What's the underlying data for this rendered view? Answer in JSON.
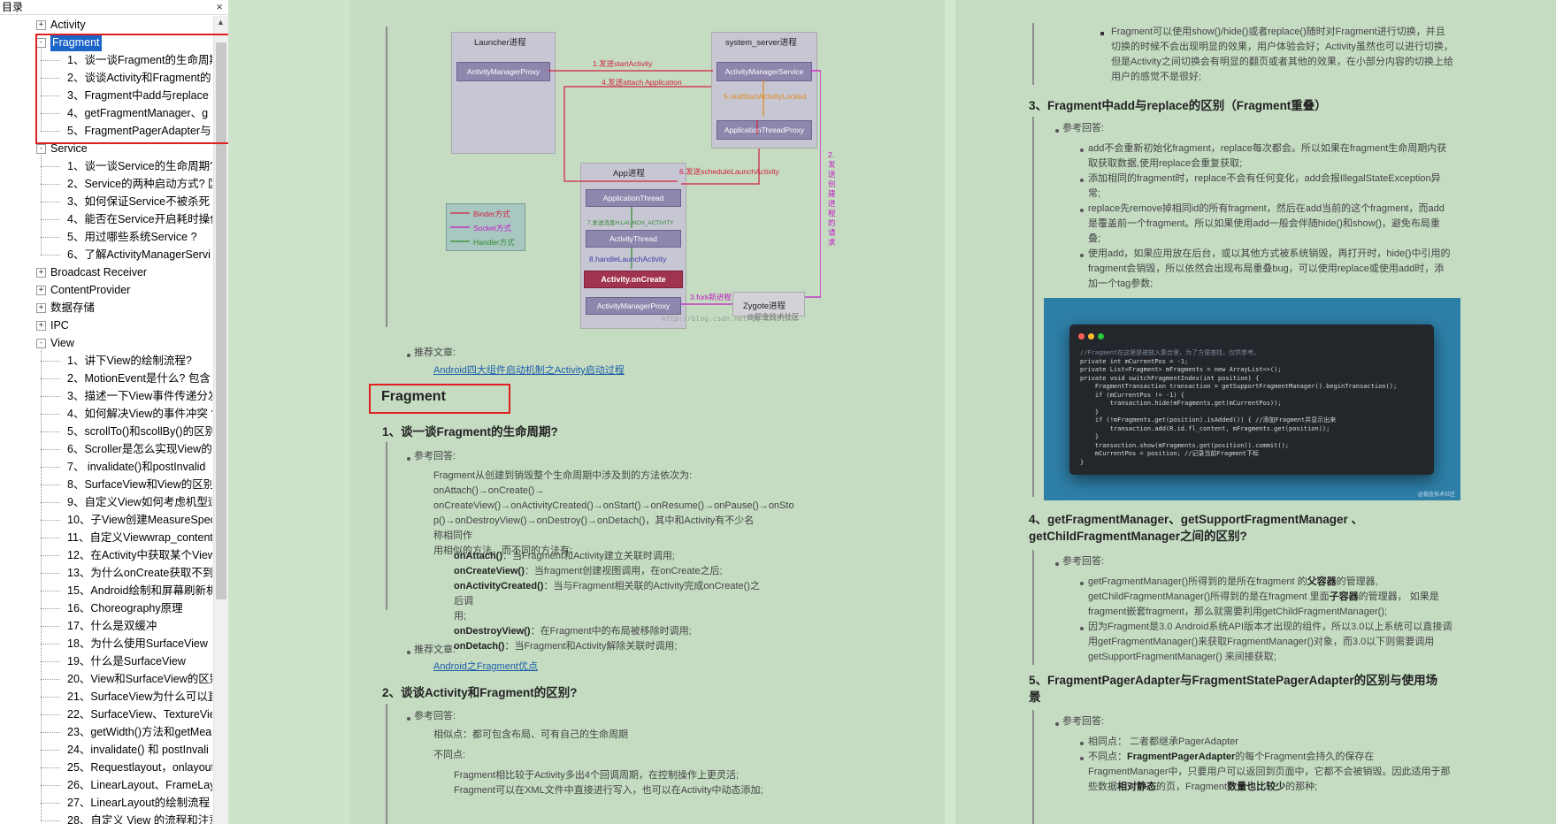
{
  "sidebar": {
    "title": "目录",
    "close": "×",
    "items": [
      {
        "label": "Activity",
        "level": 0,
        "toggle": "+"
      },
      {
        "label": "Fragment",
        "level": 0,
        "toggle": "-",
        "selected": true
      },
      {
        "label": "1、谈一谈Fragment的生命周期",
        "level": 1
      },
      {
        "label": "2、谈谈Activity和Fragment的",
        "level": 1
      },
      {
        "label": "3、Fragment中add与replace",
        "level": 1
      },
      {
        "label": "4、getFragmentManager、g",
        "level": 1
      },
      {
        "label": "5、FragmentPagerAdapter与",
        "level": 1
      },
      {
        "label": "Service",
        "level": 0,
        "toggle": "-"
      },
      {
        "label": "1、谈一谈Service的生命周期?",
        "level": 1
      },
      {
        "label": "2、Service的两种启动方式? 区",
        "level": 1
      },
      {
        "label": "3、如何保证Service不被杀死 ?",
        "level": 1
      },
      {
        "label": "4、能否在Service开启耗时操作",
        "level": 1
      },
      {
        "label": "5、用过哪些系统Service ?",
        "level": 1
      },
      {
        "label": "6、了解ActivityManagerServi",
        "level": 1
      },
      {
        "label": "Broadcast Receiver",
        "level": 0,
        "toggle": "+"
      },
      {
        "label": "ContentProvider",
        "level": 0,
        "toggle": "+"
      },
      {
        "label": "数据存储",
        "level": 0,
        "toggle": "+"
      },
      {
        "label": "IPC",
        "level": 0,
        "toggle": "+"
      },
      {
        "label": "View",
        "level": 0,
        "toggle": "-"
      },
      {
        "label": "1、讲下View的绘制流程?",
        "level": 1
      },
      {
        "label": "2、MotionEvent是什么? 包含",
        "level": 1
      },
      {
        "label": "3、描述一下View事件传递分发",
        "level": 1
      },
      {
        "label": "4、如何解决View的事件冲突 ?",
        "level": 1
      },
      {
        "label": "5、scrollTo()和scollBy()的区别",
        "level": 1
      },
      {
        "label": "6、Scroller是怎么实现View的",
        "level": 1
      },
      {
        "label": "7、 invalidate()和postInvalid",
        "level": 1
      },
      {
        "label": "8、SurfaceView和View的区别",
        "level": 1
      },
      {
        "label": "9、自定义View如何考虑机型适",
        "level": 1
      },
      {
        "label": "10、子View创建MeasureSpec",
        "level": 1
      },
      {
        "label": "11、自定义Viewwrap_content",
        "level": 1
      },
      {
        "label": "12、在Activity中获取某个View",
        "level": 1
      },
      {
        "label": "13、为什么onCreate获取不到",
        "level": 1
      },
      {
        "label": "15、Android绘制和屏幕刷新机",
        "level": 1
      },
      {
        "label": "16、Choreography原理",
        "level": 1
      },
      {
        "label": "17、什么是双缓冲",
        "level": 1
      },
      {
        "label": "18、为什么使用SurfaceView",
        "level": 1
      },
      {
        "label": "19、什么是SurfaceView",
        "level": 1
      },
      {
        "label": "20、View和SurfaceView的区别",
        "level": 1
      },
      {
        "label": "21、SurfaceView为什么可以直",
        "level": 1
      },
      {
        "label": "22、SurfaceView、TextureVie",
        "level": 1
      },
      {
        "label": "23、getWidth()方法和getMea",
        "level": 1
      },
      {
        "label": "24、invalidate() 和 postInvali",
        "level": 1
      },
      {
        "label": "25、Requestlayout，onlayout",
        "level": 1
      },
      {
        "label": "26、LinearLayout、FrameLay",
        "level": 1
      },
      {
        "label": "27、LinearLayout的绘制流程",
        "level": 1
      },
      {
        "label": "28、自定义 View 的流程和注意",
        "level": 1
      }
    ]
  },
  "diagram": {
    "launcher": "Launcher进程",
    "launcher_amp": "ActivityManagerProxy",
    "system_server": "system_server进程",
    "ams": "ActivityManagerService",
    "atp": "ApplicationThreadProxy",
    "app": "App进程",
    "app_thread": "ApplicationThread",
    "activity_thread": "ActivityThread",
    "on_create": "Activity.onCreate",
    "app_amp": "ActivityManagerProxy",
    "zygote": "Zygote进程",
    "s1": "1.发送startActivity",
    "s4": "4.发送attach Application",
    "s5": "5.realStartActivityLocked",
    "s6": "6.发送scheduleLaunchActivity",
    "s7": "7.发送消息H.LAUNCH_ACTIVITY",
    "s8": "8.handleLaunchActivity",
    "s3": "3.fork新进程",
    "s2": "2.发送创建进程的请求",
    "legend_binder": "Binder方式",
    "legend_socket": "Socket方式",
    "legend_handler": "Handler方式",
    "watermark": "http://blog.csdn.net/qq_23191031",
    "watermark2": "@掘金技术社区"
  },
  "col1": {
    "rec_label": "推荐文章:",
    "rec_link": "Android四大组件启动机制之Activity启动过程",
    "section": "Fragment",
    "q1": "1、谈一谈Fragment的生命周期?",
    "ref": "参考回答:",
    "q1_intro": "Fragment从创建到销毁整个生命周期中涉及到的方法依次为:",
    "q1_l2": "onAttach()→onCreate()→",
    "q1_l3": "onCreateView()→onActivityCreated()→onStart()→onResume()→onPause()→onSto",
    "q1_l4": "p()→onDestroyView()→onDestroy()→onDetach()，其中和Activity有不少名称相同作",
    "q1_l5": "用相似的方法，而不同的方法有:",
    "m1b": "onAttach()",
    "m1t": "：当Fragment和Activity建立关联时调用;",
    "m2b": "onCreateView()",
    "m2t": "：当fragment创建视图调用，在onCreate之后;",
    "m3b": "onActivityCreated()",
    "m3t": "：当与Fragment相关联的Activity完成onCreate()之后调",
    "m3t2": "用;",
    "m4b": "onDestroyView()",
    "m4t": "：在Fragment中的布局被移除时调用;",
    "m5b": "onDetach()",
    "m5t": "：当Fragment和Activity解除关联时调用;",
    "rec2_label": "推荐文章:",
    "rec2_link": "Android之Fragment优点",
    "q2": "2、谈谈Activity和Fragment的区别?",
    "ref2": "参考回答:",
    "same": "相似点：都可包含布局、可有自己的生命周期",
    "diff": "不同点:",
    "d1": "Fragment相比较于Activity多出4个回调周期，在控制操作上更灵活;",
    "d2": "Fragment可以在XML文件中直接进行写入，也可以在Activity中动态添加;"
  },
  "col2": {
    "top1": "Fragment可以使用show()/hide()或者replace()随时对Fragment进行切换，并且",
    "top2": "切换的时候不会出现明显的效果，用户体验会好；Activity虽然也可以进行切换，",
    "top3": "但是Activity之间切换会有明显的翻页或者其他的效果，在小部分内容的切换上给",
    "top4": "用户的感觉不是很好;",
    "q3": "3、Fragment中add与replace的区别（Fragment重叠）",
    "ref3": "参考回答:",
    "a1a": "add不会重新初始化fragment，replace每次都会。所以如果在fragment生命周期内获",
    "a1b": "取获取数据,使用replace会重复获取;",
    "a2a": "添加相同的fragment时，replace不会有任何变化，add会报IllegalStateException异",
    "a2b": "常;",
    "a3a": "replace先remove掉相同id的所有fragment，然后在add当前的这个fragment，而add",
    "a3b": "是覆盖前一个fragment。所以如果使用add一般会伴随hide()和show()，避免布局重",
    "a3c": "叠;",
    "a4a": "使用add，如果应用放在后台，或以其他方式被系统销毁，再打开时，hide()中引用的",
    "a4b": "fragment会销毁，所以依然会出现布局重叠bug，可以使用replace或使用add时，添",
    "a4c": "加一个tag参数;",
    "q4a": "4、getFragmentManager、getSupportFragmentManager 、",
    "q4b": "getChildFragmentManager之间的区别?",
    "ref4": "参考回答:",
    "b1a": "getFragmentManager()所得到的是所在fragment 的",
    "b1bold": "父容器",
    "b1a2": "的管理器,",
    "b1b": "getChildFragmentManager()所得到的是在fragment 里面",
    "b1bold2": "子容器",
    "b1b2": "的管理器， 如果是",
    "b1c": "fragment嵌套fragment，那么就需要利用getChildFragmentManager();",
    "b2a": "因为Fragment是3.0 Android系统API版本才出现的组件，所以3.0以上系统可以直接调",
    "b2b": "用getFragmentManager()来获取FragmentManager()对象，而3.0以下则需要调用",
    "b2c": "getSupportFragmentManager() 来间接获取;",
    "q5a": "5、FragmentPagerAdapter与FragmentStatePagerAdapter的区别与使用场",
    "q5b": "景",
    "ref5": "参考回答:",
    "c1": "相同点： 二者都继承PagerAdapter",
    "c2pre": "不同点：",
    "c2bold": "FragmentPagerAdapter",
    "c2a": "的每个Fragment会持久的保存在",
    "c2b": "FragmentManager中，只要用户可以返回到页面中，它都不会被销毁。因此适用于那",
    "c2c_pre": "些数据",
    "c2c_bold": "相对静态",
    "c2c_mid": "的页，Fragment",
    "c2c_bold2": "数量也比较少",
    "c2c_end": "的那种;"
  },
  "code": {
    "lines": [
      "//Fragment在这里是被放入集合里，为了方便查找，仅供参考。",
      "private int mCurrentPos = -1;",
      "private List<Fragment> mFragments = new ArrayList<>();",
      "private void switchFragmentIndex(int position) {",
      "    FragmentTransaction transaction = getSupportFragmentManager().beginTransaction();",
      "    if (mCurrentPos != -1) {",
      "        transaction.hide(mFragments.get(mCurrentPos));",
      "    }",
      "    if (!mFragments.get(position).isAdded()) { //添加Fragment并显示出来",
      "        transaction.add(R.id.fl_content, mFragments.get(position));",
      "    }",
      "    transaction.show(mFragments.get(position)).commit();",
      "    mCurrentPos = position; //记录当前Fragment下标",
      "}"
    ],
    "caption": "@掘金技术社区"
  },
  "colors": {
    "selection": "#1b64c8",
    "highlight_box": "#e02020",
    "link": "#1e5ea8",
    "page_bg": "#c5dcc2"
  }
}
